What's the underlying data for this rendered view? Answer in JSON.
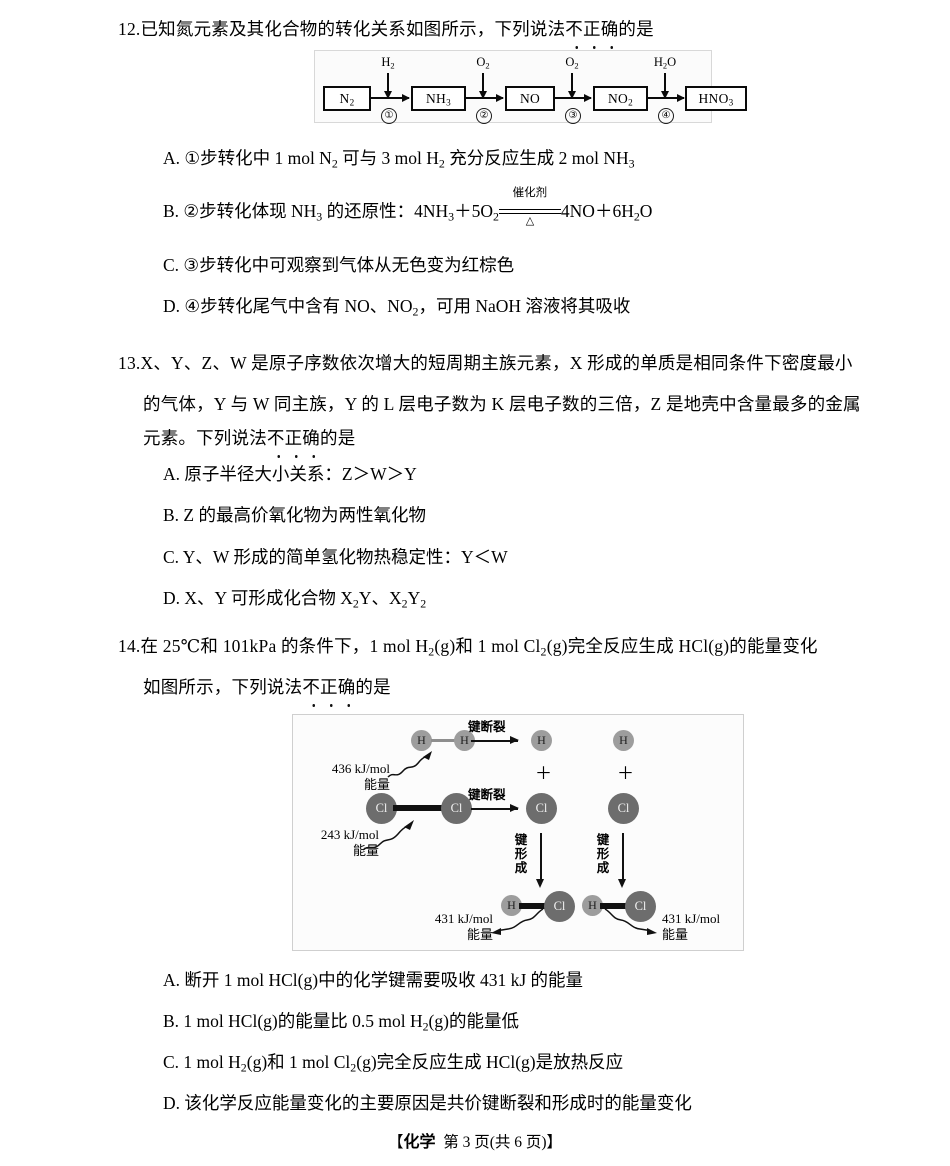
{
  "page": {
    "footer": {
      "bracket_open": "【",
      "subject": "化学",
      "page_text": "第 3 页(共 6 页)",
      "bracket_close": "】"
    }
  },
  "questions": [
    {
      "number": "12.",
      "stem_before": "已知氮元素及其化合物的转化关系如图所示，下列说法",
      "stem_emphasis": "不正确",
      "stem_after": "的是",
      "options": [
        "A. ①步转化中 1 mol N₂ 可与 3 mol H₂ 充分反应生成 2 mol NH₃",
        "B. ②步转化体现 NH₃ 的还原性：4NH₃＋5O₂ ══ 4NO＋6H₂O",
        "C. ③步转化中可观察到气体从无色变为红棕色",
        "D. ④步转化尾气中含有 NO、NO₂，可用 NaOH 溶液将其吸收"
      ],
      "option_b_equation": {
        "prefix": "B. ②步转化体现 NH",
        "prefix_sub": "3",
        "mid": " 的还原性：4NH",
        "mid_sub": "3",
        "plus1": "＋5O",
        "plus1_sub": "2",
        "cond_top": "催化剂",
        "cond_bottom": "△",
        "suffix": "4NO＋6H",
        "suffix_sub": "2",
        "suffix_end": "O"
      }
    },
    {
      "number": "13.",
      "stem_lines": [
        "X、Y、Z、W 是原子序数依次增大的短周期主族元素，X 形成的单质是相同条件下密度最小",
        "的气体，Y 与 W 同主族，Y 的 L 层电子数为 K 层电子数的三倍，Z 是地壳中含量最多的金属",
        "元素。下列说法"
      ],
      "stem_emphasis": "不正确",
      "stem_after": "的是",
      "options": [
        "A. 原子半径大小关系：Z＞W＞Y",
        "B. Z 的最高价氧化物为两性氧化物",
        "C. Y、W 形成的简单氢化物热稳定性：Y＜W",
        "D. X、Y 可形成化合物 X₂Y、X₂Y₂"
      ]
    },
    {
      "number": "14.",
      "stem_lines": [
        "在 25℃和 101kPa 的条件下，1 mol H₂(g)和 1 mol Cl₂(g)完全反应生成 HCl(g)的能量变化",
        "如图所示，下列说法"
      ],
      "stem_emphasis": "不正确",
      "stem_after": "的是",
      "options": [
        "A. 断开 1 mol HCl(g)中的化学键需要吸收 431 kJ 的能量",
        "B. 1 mol HCl(g)的能量比 0.5 mol H₂(g)的能量低",
        "C. 1 mol H₂(g)和 1 mol Cl₂(g)完全反应生成 HCl(g)是放热反应",
        "D. 该化学反应能量变化的主要原因是共价键断裂和形成时的能量变化"
      ]
    }
  ],
  "figure_nitrogen": {
    "boxes": [
      {
        "formula": "N",
        "sub": "2"
      },
      {
        "formula": "NH",
        "sub": "3"
      },
      {
        "formula": "NO",
        "sub": ""
      },
      {
        "formula": "NO",
        "sub": "2"
      },
      {
        "formula": "HNO",
        "sub": "3"
      }
    ],
    "reagents": [
      {
        "formula": "H",
        "sub": "2",
        "tail": ""
      },
      {
        "formula": "O",
        "sub": "2",
        "tail": ""
      },
      {
        "formula": "O",
        "sub": "2",
        "tail": ""
      },
      {
        "formula": "H",
        "sub": "2",
        "tail": "O"
      }
    ],
    "steps": [
      "①",
      "②",
      "③",
      "④"
    ]
  },
  "figure_energy": {
    "atoms": {
      "hydrogen": "H",
      "chlorine": "Cl"
    },
    "labels": {
      "bond_break": "键断裂",
      "bond_form_chars": [
        "键",
        "形",
        "成"
      ],
      "plus": "＋"
    },
    "energies": [
      {
        "value": "436 kJ/mol",
        "unit_label": "能量",
        "type": "absorbed",
        "bond": "H—H"
      },
      {
        "value": "243 kJ/mol",
        "unit_label": "能量",
        "type": "absorbed",
        "bond": "Cl—Cl"
      },
      {
        "value": "431 kJ/mol",
        "unit_label": "能量",
        "type": "released",
        "bond": "H—Cl"
      },
      {
        "value": "431 kJ/mol",
        "unit_label": "能量",
        "type": "released",
        "bond": "H—Cl"
      }
    ]
  }
}
